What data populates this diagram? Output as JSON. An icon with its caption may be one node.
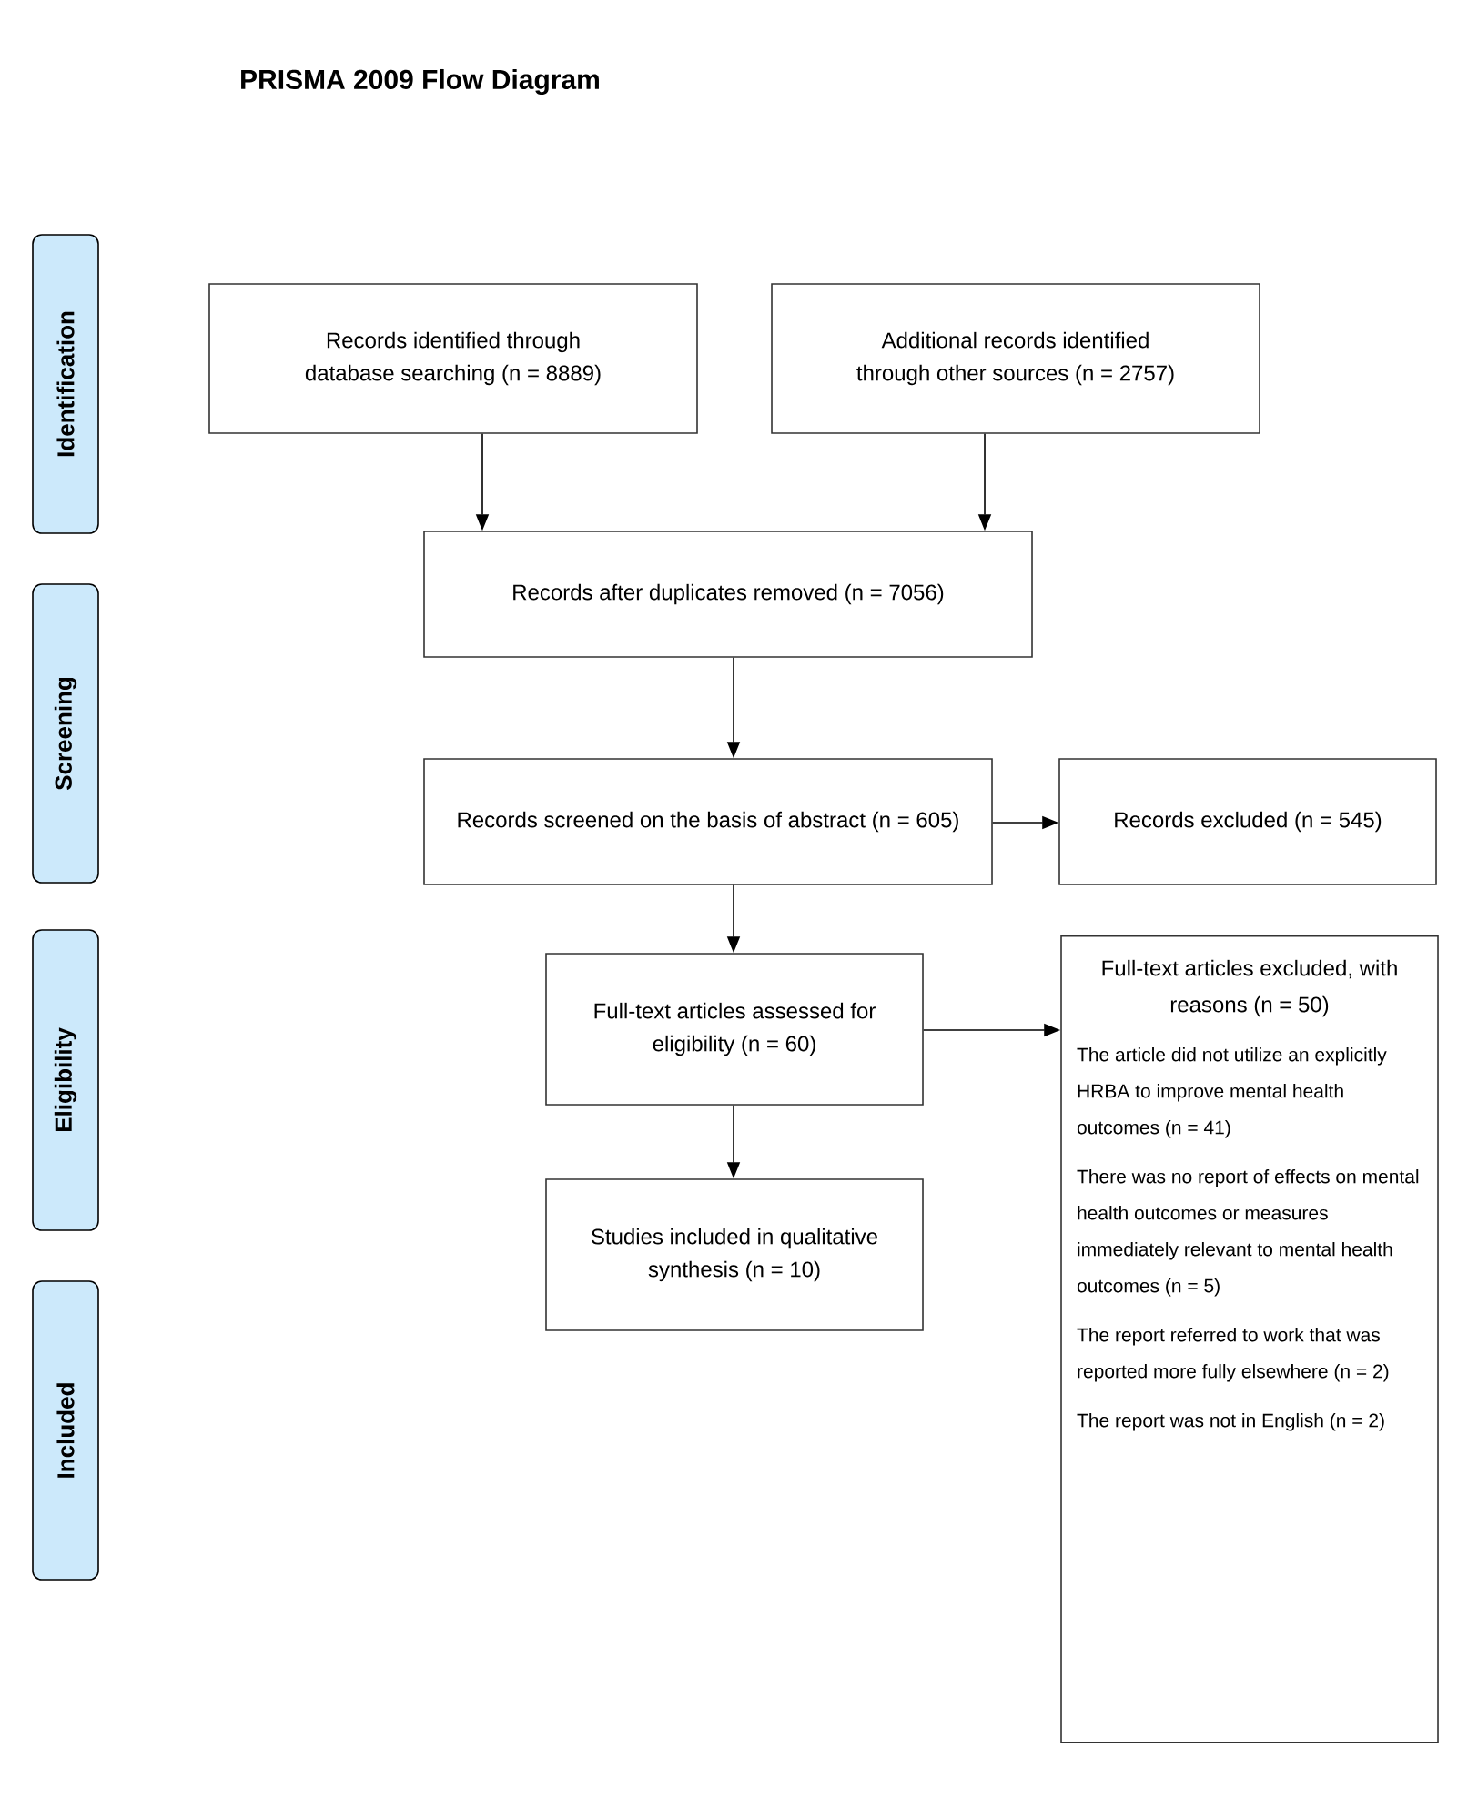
{
  "diagram": {
    "title": "PRISMA 2009 Flow Diagram",
    "nodes": [
      {
        "text": [
          "Identification"
        ]
      },
      {
        "text": [
          "Screening"
        ]
      },
      {
        "text": [
          "Eligibility"
        ]
      },
      {
        "text": [
          "Included"
        ]
      },
      {
        "text": [
          "Records identified through database searching (n = 8889)"
        ]
      },
      {
        "text": [
          "Additional records identified through other sources (n = 2757)"
        ]
      },
      {
        "text": [
          "Records after duplicates removed (n = 7056)"
        ]
      },
      {
        "text": [
          "Records screened on the basis of abstract (n = 605)"
        ]
      },
      {
        "text": [
          "Records excluded (n = 545)"
        ]
      },
      {
        "text": [
          "Full-text articles assessed for eligibility (n = 60)"
        ]
      },
      {
        "text": [
          "Full-text articles excluded, with reasons (n = 50)",
          "The article did not utilize an explicitly HRBA to improve mental health outcomes (n = 41)",
          "There was no report of effects on mental health outcomes or measures immediately relevant to mental health outcomes (n = 5)",
          "The report referred to work that was reported more fully elsewhere (n = 2)",
          "The report was not in English (n = 2)"
        ]
      },
      {
        "text": [
          "Studies included in qualitative synthesis (n = 10)"
        ]
      }
    ],
    "edges": [
      {
        "from": 4,
        "to": 6,
        "arrow": "to"
      },
      {
        "from": 5,
        "to": 6,
        "arrow": "to"
      },
      {
        "from": 6,
        "to": 7,
        "arrow": "to"
      },
      {
        "from": 7,
        "to": 8,
        "arrow": "to"
      },
      {
        "from": 7,
        "to": 9,
        "arrow": "to"
      },
      {
        "from": 9,
        "to": 10,
        "arrow": "to"
      },
      {
        "from": 9,
        "to": 11,
        "arrow": "to"
      }
    ]
  }
}
